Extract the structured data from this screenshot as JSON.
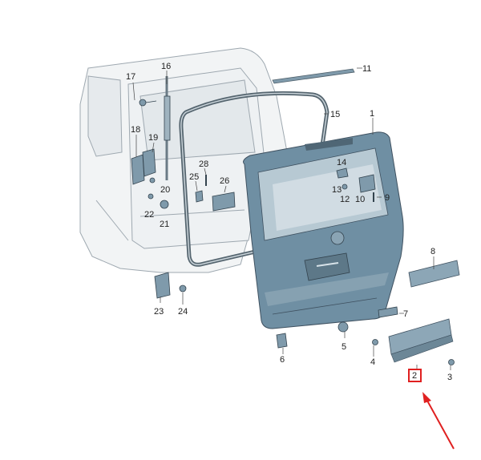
{
  "diagram": {
    "part_labels": {
      "p1": "1",
      "p2": "2",
      "p3": "3",
      "p4": "4",
      "p5": "5",
      "p6": "6",
      "p7": "7",
      "p8": "8",
      "p9": "9",
      "p10": "10",
      "p11": "11",
      "p12": "12",
      "p13": "13",
      "p14": "14",
      "p15": "15",
      "p16": "16",
      "p17": "17",
      "p18": "18",
      "p19": "19",
      "p20": "20",
      "p21": "21",
      "p22": "22",
      "p23": "23",
      "p24": "24",
      "p25": "25",
      "p26": "26",
      "p28": "28"
    },
    "highlighted_part": "2",
    "colors": {
      "panel_blue": "#6f8fa3",
      "panel_light": "#a9c0cd",
      "body_outline": "#9aa5ad",
      "body_fill": "#f1f3f4",
      "seal_dark": "#55656f",
      "highlight_box": "#e02020",
      "arrow": "#e02020"
    }
  }
}
